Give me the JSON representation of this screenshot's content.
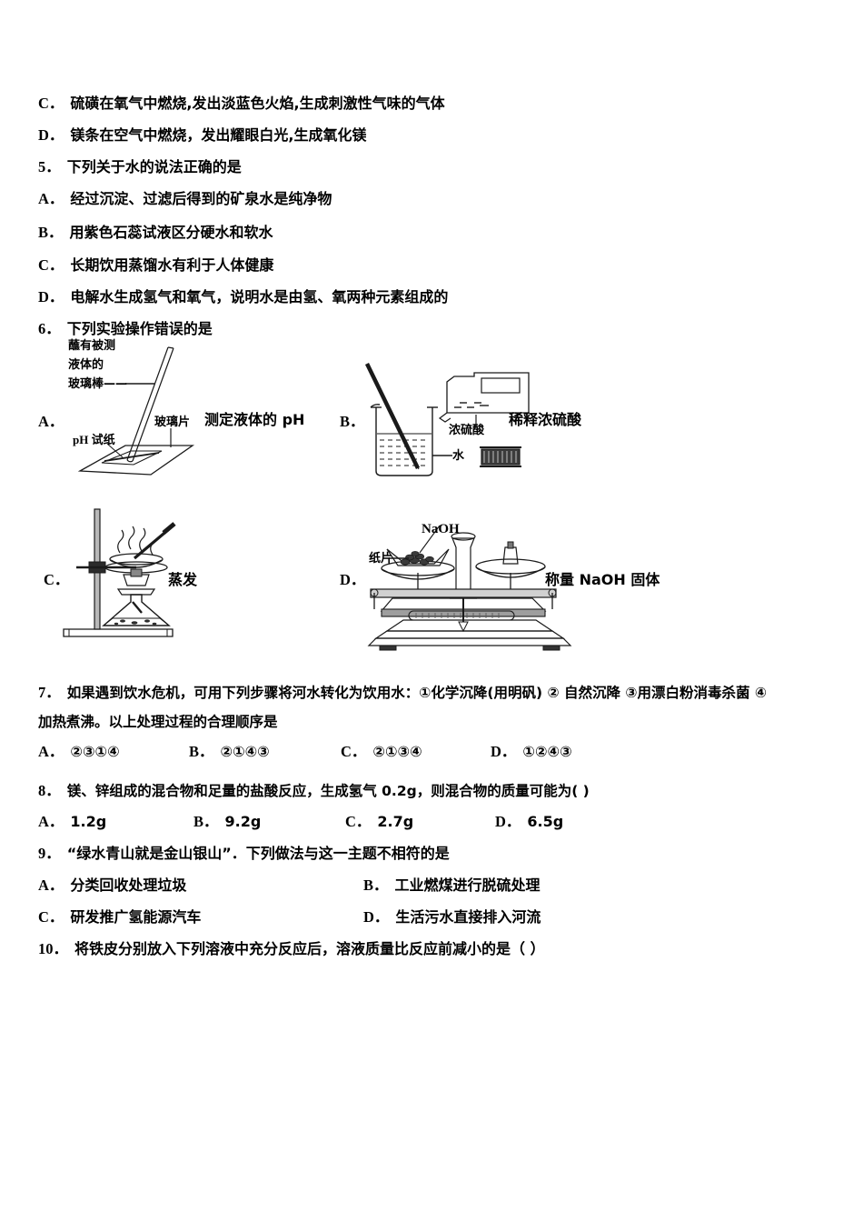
{
  "document": {
    "type": "exam-paper",
    "subject": "chemistry",
    "language": "zh-CN"
  },
  "questions": [
    {
      "number": "",
      "options": [
        {
          "label": "C．",
          "text": "硫磺在氧气中燃烧,发出淡蓝色火焰,生成刺激性气味的气体"
        },
        {
          "label": "D．",
          "text": "镁条在空气中燃烧，发出耀眼白光,生成氧化镁"
        }
      ]
    },
    {
      "number": "5．",
      "stem": "下列关于水的说法正确的是",
      "options": [
        {
          "label": "A．",
          "text": "经过沉淀、过滤后得到的矿泉水是纯净物"
        },
        {
          "label": "B．",
          "text": "用紫色石蕊试液区分硬水和软水"
        },
        {
          "label": "C．",
          "text": "长期饮用蒸馏水有利于人体健康"
        },
        {
          "label": "D．",
          "text": "电解水生成氢气和氧气，说明水是由氢、氧两种元素组成的"
        }
      ]
    },
    {
      "number": "6．",
      "stem": "下列实验操作错误的是",
      "figures": [
        {
          "label": "A．",
          "caption": "测定液体的 pH",
          "annotations": [
            "蘸有被测",
            "液体的",
            "玻璃棒——",
            "pH 试纸",
            "玻璃片"
          ]
        },
        {
          "label": "B．",
          "caption": "稀释浓硫酸",
          "annotations": [
            "浓硫酸",
            "水"
          ]
        },
        {
          "label": "C．",
          "caption": "蒸发",
          "annotations": []
        },
        {
          "label": "D．",
          "caption": "称量 NaOH 固体",
          "annotations": [
            "NaOH",
            "纸片"
          ]
        }
      ]
    },
    {
      "number": "7．",
      "stem_line1": "如果遇到饮水危机，可用下列步骤将河水转化为饮用水：①化学沉降(用明矾) ② 自然沉降 ③用漂白粉消毒杀菌 ④",
      "stem_line2": "加热煮沸。以上处理过程的合理顺序是",
      "options": [
        {
          "label": "A．",
          "text": "②③①④"
        },
        {
          "label": "B．",
          "text": "②①④③"
        },
        {
          "label": "C．",
          "text": "②①③④"
        },
        {
          "label": "D．",
          "text": "①②④③"
        }
      ]
    },
    {
      "number": "8．",
      "stem": "镁、锌组成的混合物和足量的盐酸反应，生成氢气 0.2g，则混合物的质量可能为(  )",
      "options": [
        {
          "label": "A．",
          "text": "1.2g"
        },
        {
          "label": "B．",
          "text": "9.2g"
        },
        {
          "label": "C．",
          "text": "2.7g"
        },
        {
          "label": "D．",
          "text": "6.5g"
        }
      ]
    },
    {
      "number": "9．",
      "stem": "“绿水青山就是金山银山”．下列做法与这一主题不相符的是",
      "options": [
        {
          "label": "A．",
          "text": "分类回收处理垃圾"
        },
        {
          "label": "B．",
          "text": "工业燃煤进行脱硫处理"
        },
        {
          "label": "C．",
          "text": "研发推广氢能源汽车"
        },
        {
          "label": "D．",
          "text": "生活污水直接排入河流"
        }
      ]
    },
    {
      "number": "10．",
      "stem": "将铁皮分别放入下列溶液中充分反应后，溶液质量比反应前减小的是（     ）",
      "options": []
    }
  ],
  "colors": {
    "ink": "#1a1a1a",
    "paper": "#ffffff",
    "gray_fill": "#9a9a9a",
    "dark_fill": "#4d4d4d"
  }
}
